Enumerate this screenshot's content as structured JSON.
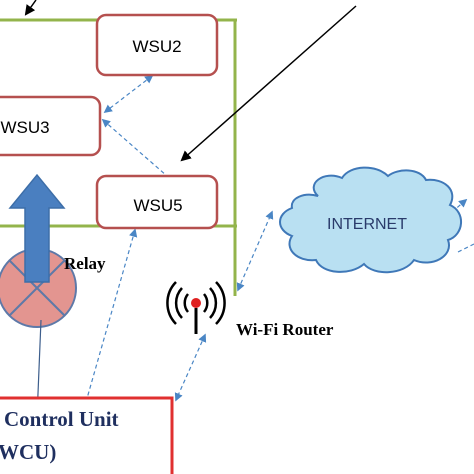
{
  "nodes": {
    "wsu2": "WSU2",
    "wsu3": "WSU3",
    "wsu5": "WSU5",
    "internet": "INTERNET",
    "relay": "Relay",
    "wifi_router": "Wi-Fi Router",
    "control_unit_line1": "Control Unit",
    "control_unit_line2": "WCU)"
  },
  "colors": {
    "wsu_border": "#b5504f",
    "enclosure": "#93b44b",
    "connector": "#4a86c5",
    "cloud_fill": "#b9e0f2",
    "cloud_stroke": "#3f78b8",
    "internet_text": "#2a3b6b",
    "relay_fill": "#e39590",
    "relay_stroke": "#5e79a8",
    "relay_arrow": "#4a7fc0",
    "router_antenna": "#e02020",
    "control_unit_border": "#e03030",
    "control_unit_text": "#1f2f5f"
  },
  "icons": [
    "wifi-router-icon",
    "relay-icon",
    "cloud-icon",
    "up-arrow-icon"
  ]
}
